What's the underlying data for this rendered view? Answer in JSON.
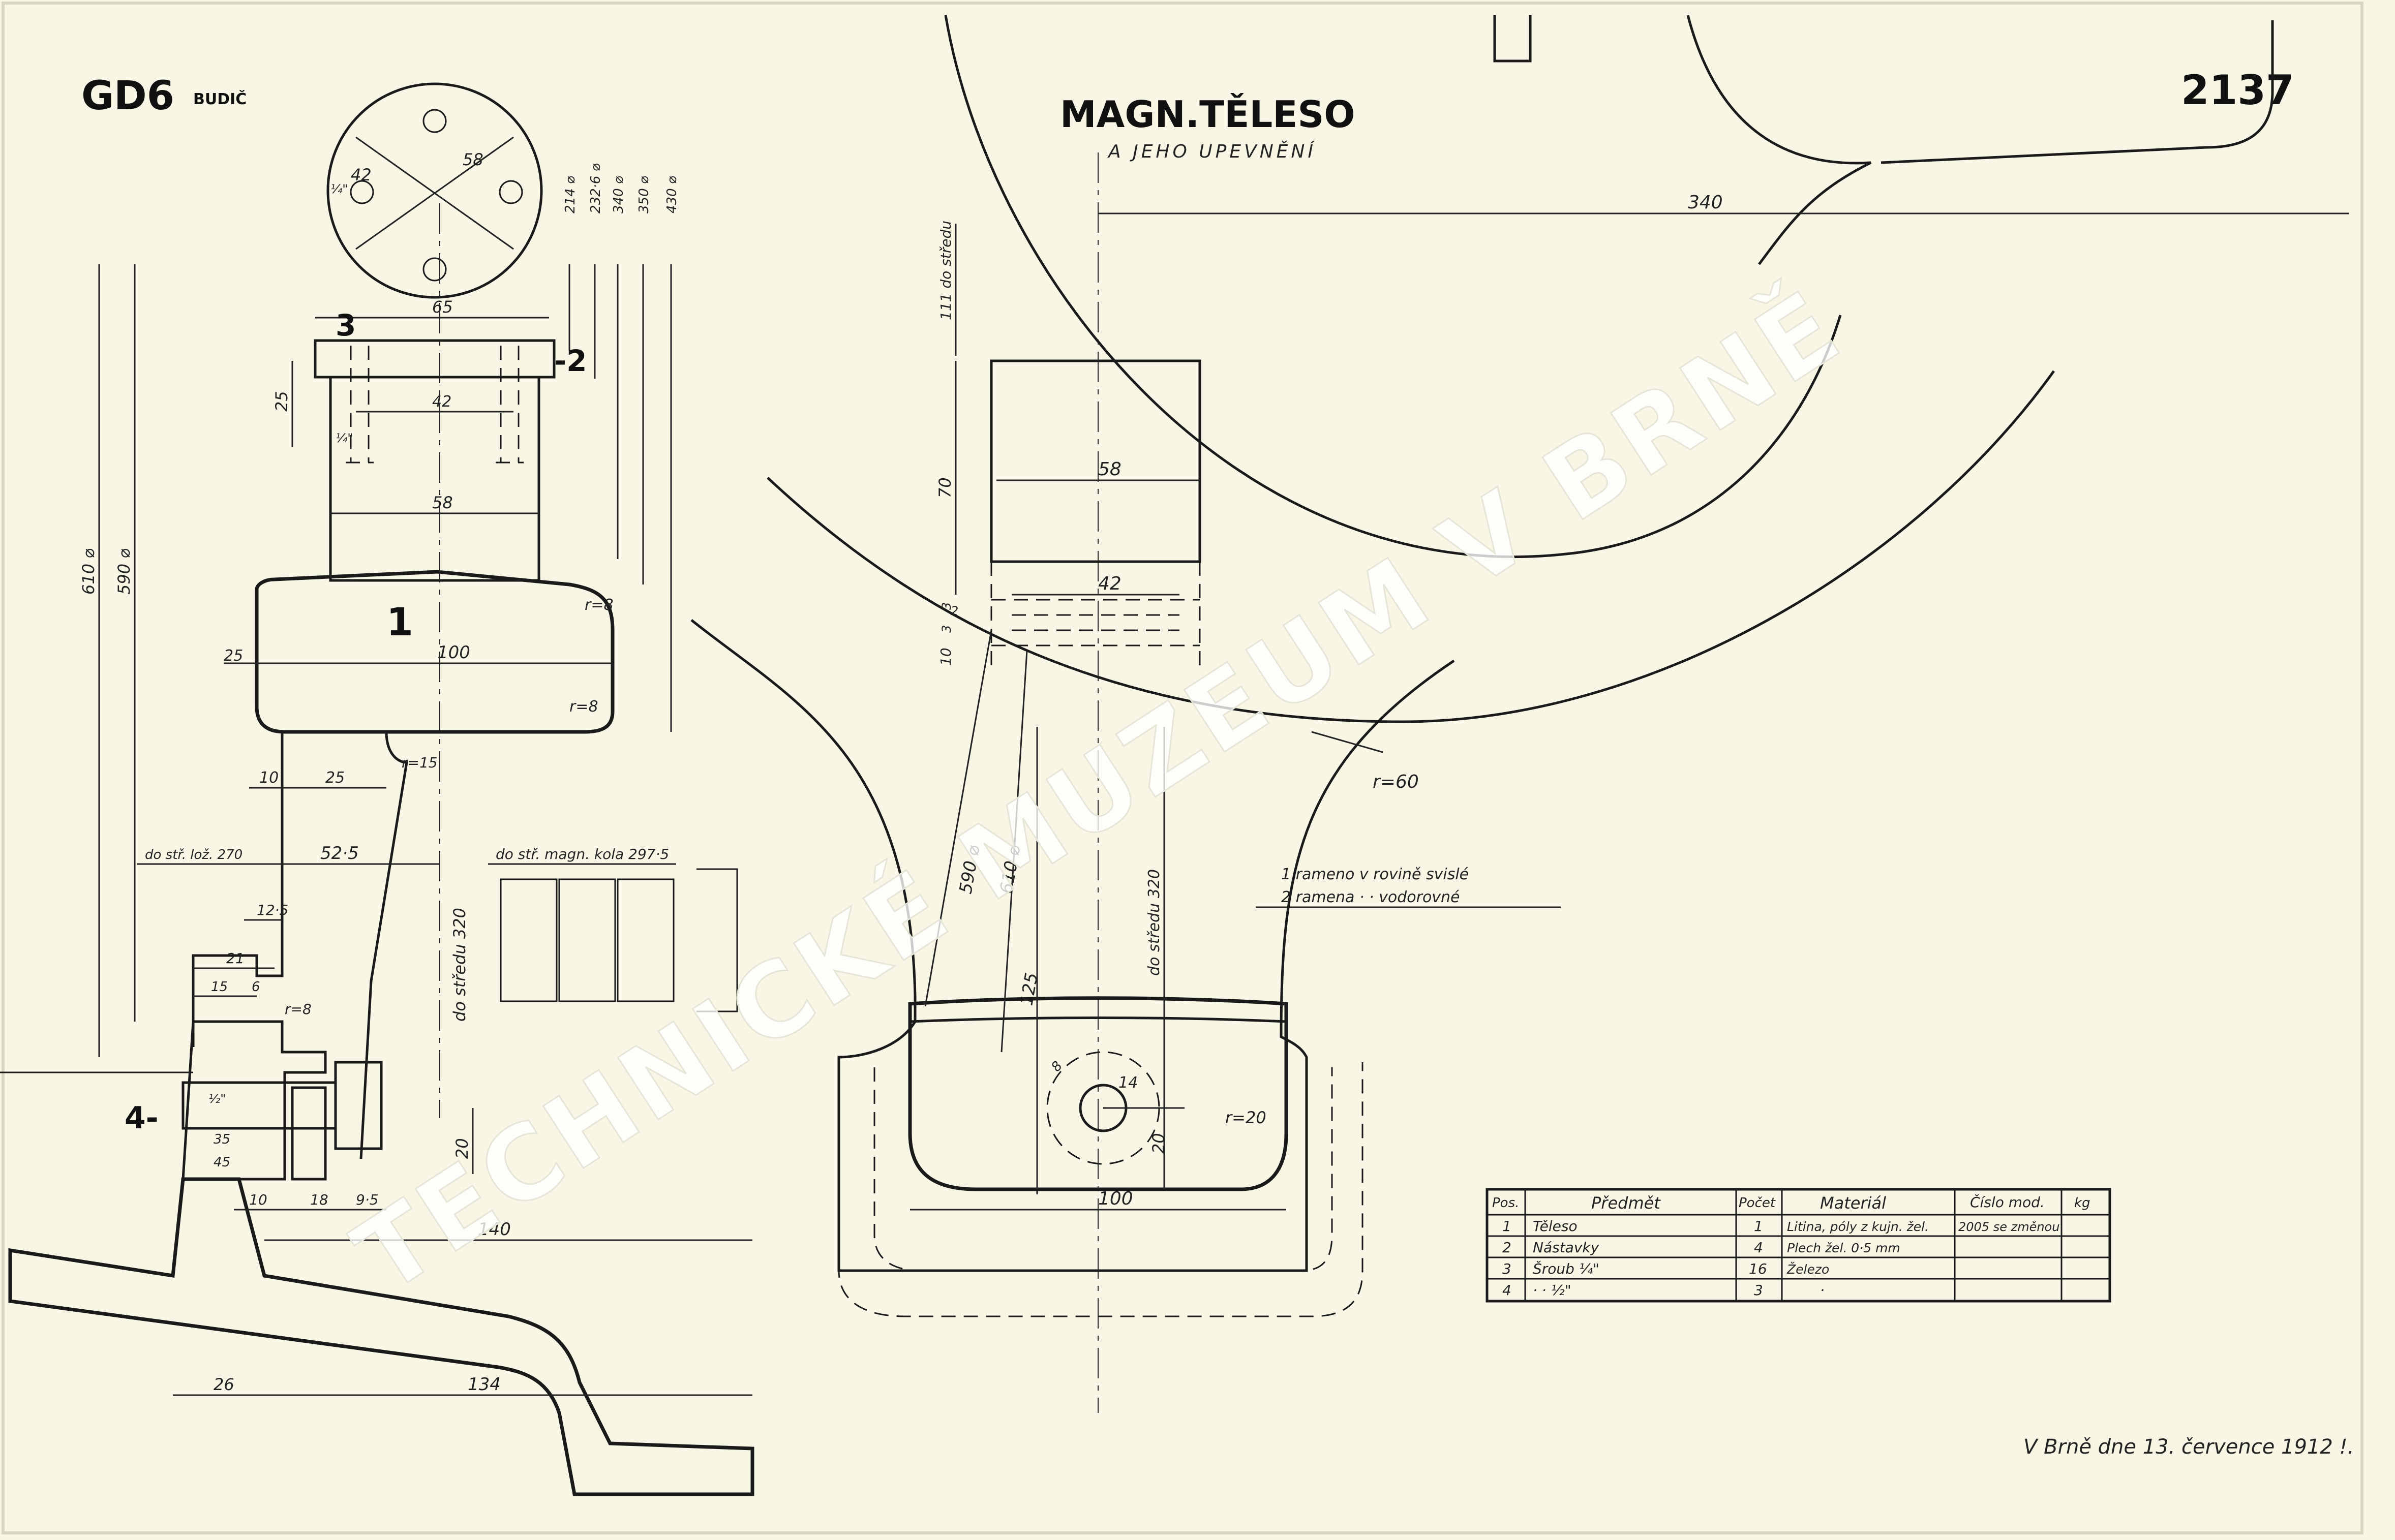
{
  "sheet": {
    "paper_color": "#f8f7e6",
    "ink_color": "#1a1a1a",
    "code_left": "GD6",
    "code_left_sub": "BUDIČ",
    "title": "MAGN.TĚLESO",
    "subtitle": "A JEHO UPEVNĚNÍ",
    "drawing_number": "2137",
    "signature_line": "V Brně dne 13. července 1912 !.",
    "watermark": "TECHNICKÉ MUZEUM V BRNĚ"
  },
  "left_view": {
    "dims": {
      "d42": "42",
      "d58_top": "58",
      "d14": "¼\"",
      "d65": "65",
      "d25_v": "25",
      "d42_b": "42",
      "d14_b": "¼\"",
      "d58_mid": "58",
      "d100": "100",
      "d25_h": "25",
      "r8_a": "r=8",
      "r8_b": "r=8",
      "r15": "r=15",
      "d10": "10",
      "d25_c": "25",
      "d52_5": "52·5",
      "d12_5": "12·5",
      "d21": "21",
      "d15": "15",
      "d6": "6",
      "r8_c": "r=8",
      "d1_2in": "½\"",
      "d35": "35",
      "d45": "45",
      "d10_b": "10",
      "d18": "18",
      "d9_5": "9·5",
      "d140": "140",
      "d26": "26",
      "d134": "134",
      "d20": "20",
      "d320": "do středu 320",
      "d270": "do stř. lož. 270",
      "d297_5": "do stř. magn. kola 297·5",
      "dia214": "214 ⌀",
      "dia232_6": "232·6 ⌀",
      "dia340": "340 ⌀",
      "dia350": "350 ⌀",
      "dia430": "430 ⌀",
      "dia610": "610 ⌀",
      "dia590": "590 ⌀"
    },
    "labels": {
      "pos1": "1",
      "pos2": "-2",
      "pos3": "3",
      "pos4": "4-"
    }
  },
  "right_view": {
    "dims": {
      "d340": "340",
      "d111": "111 do středu",
      "d70": "70",
      "d58": "58",
      "d42": "42",
      "d3a": "3",
      "d3b": "3",
      "d2": "2",
      "d10": "10",
      "d590": "590 ⌀",
      "d610": "610 ⌀",
      "d125": "125",
      "d320": "do středu 320",
      "r60": "r=60",
      "d8": "8",
      "d14": "14",
      "d20": "20",
      "r20": "r=20",
      "d100": "100"
    },
    "note_line1": "1 rameno v rovině svislé",
    "note_line2": "2 ramena · · vodorovné"
  },
  "parts_table": {
    "headers": [
      "Pos.",
      "Předmět",
      "Počet",
      "Materiál",
      "Číslo mod.",
      "kg"
    ],
    "rows": [
      [
        "1",
        "Těleso",
        "1",
        "Litina, póly z kujn. žel.",
        "2005 se změnou",
        ""
      ],
      [
        "2",
        "Nástavky",
        "4",
        "Plech žel. 0·5 mm",
        "",
        ""
      ],
      [
        "3",
        "Šroub ¼\"",
        "16",
        "Železo",
        "",
        ""
      ],
      [
        "4",
        "· · ½\"",
        "3",
        "·",
        "",
        ""
      ]
    ]
  }
}
